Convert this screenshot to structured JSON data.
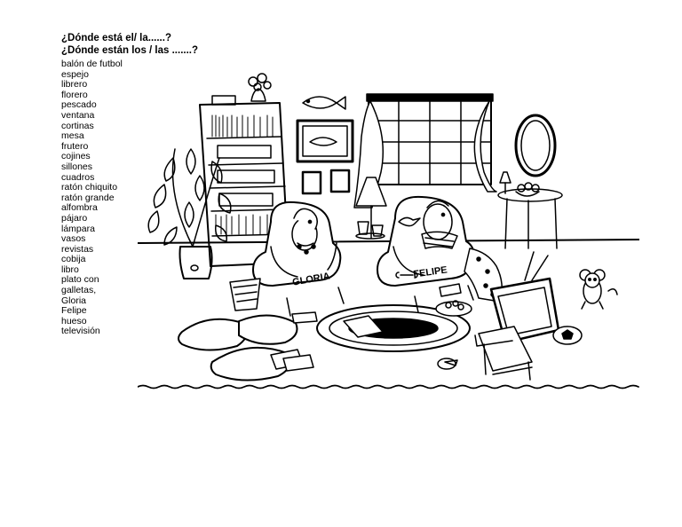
{
  "heading": {
    "line1": "¿Dónde está el/ la......?",
    "line2": "¿Dónde están los / las .......?"
  },
  "vocabulary": [
    "balón de futbol",
    "espejo",
    "librero",
    "florero",
    "pescado",
    "ventana",
    "cortinas",
    "mesa",
    "frutero",
    "cojines",
    "sillones",
    "cuadros",
    "ratón chiquito",
    "ratón grande",
    "alfombra",
    "pájaro",
    "lámpara",
    "vasos",
    "revistas",
    "cobija",
    "libro",
    "plato con",
    "galletas,",
    "Gloria",
    "Felipe",
    "hueso",
    "televisión"
  ],
  "scene": {
    "chair_label_left": "GLORIA",
    "chair_label_right": "FELIPE"
  }
}
